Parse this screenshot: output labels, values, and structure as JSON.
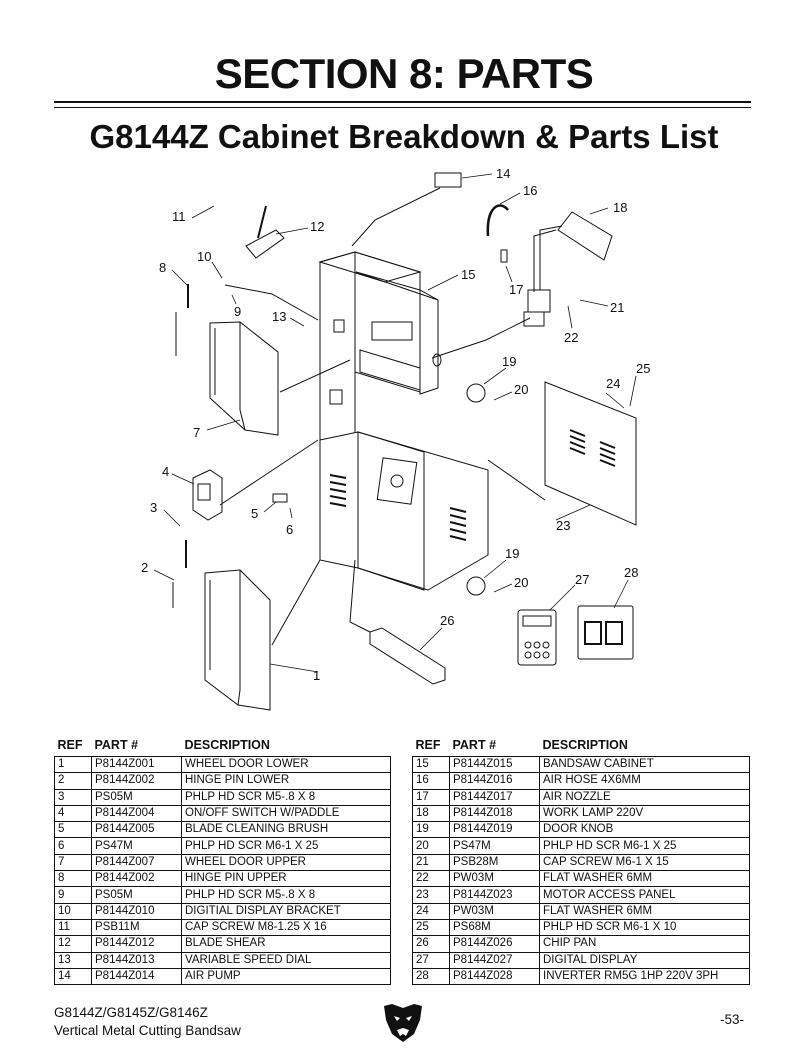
{
  "section_title": "SECTION 8: PARTS",
  "sub_title": "G8144Z Cabinet Breakdown & Parts List",
  "diagram": {
    "callouts": [
      "1",
      "2",
      "3",
      "4",
      "5",
      "6",
      "7",
      "8",
      "9",
      "10",
      "11",
      "12",
      "13",
      "14",
      "15",
      "16",
      "17",
      "18",
      "19",
      "20",
      "21",
      "22",
      "23",
      "24",
      "25",
      "26",
      "27",
      "28",
      "19",
      "20"
    ]
  },
  "table_headers": {
    "ref": "REF",
    "part": "PART #",
    "desc": "DESCRIPTION"
  },
  "parts_left": [
    {
      "ref": "1",
      "part": "P8144Z001",
      "desc": "WHEEL DOOR LOWER"
    },
    {
      "ref": "2",
      "part": "P8144Z002",
      "desc": "HINGE PIN LOWER"
    },
    {
      "ref": "3",
      "part": "PS05M",
      "desc": "PHLP HD SCR M5-.8 X 8"
    },
    {
      "ref": "4",
      "part": "P8144Z004",
      "desc": "ON/OFF SWITCH W/PADDLE"
    },
    {
      "ref": "5",
      "part": "P8144Z005",
      "desc": "BLADE CLEANING BRUSH"
    },
    {
      "ref": "6",
      "part": "PS47M",
      "desc": "PHLP HD SCR M6-1 X 25"
    },
    {
      "ref": "7",
      "part": "P8144Z007",
      "desc": "WHEEL DOOR UPPER"
    },
    {
      "ref": "8",
      "part": "P8144Z002",
      "desc": "HINGE PIN UPPER"
    },
    {
      "ref": "9",
      "part": "PS05M",
      "desc": "PHLP HD SCR M5-.8 X 8"
    },
    {
      "ref": "10",
      "part": "P8144Z010",
      "desc": "DIGITIAL DISPLAY BRACKET"
    },
    {
      "ref": "11",
      "part": "PSB11M",
      "desc": "CAP SCREW M8-1.25 X 16"
    },
    {
      "ref": "12",
      "part": "P8144Z012",
      "desc": "BLADE SHEAR"
    },
    {
      "ref": "13",
      "part": "P8144Z013",
      "desc": "VARIABLE SPEED DIAL"
    },
    {
      "ref": "14",
      "part": "P8144Z014",
      "desc": "AIR PUMP"
    }
  ],
  "parts_right": [
    {
      "ref": "15",
      "part": "P8144Z015",
      "desc": "BANDSAW CABINET"
    },
    {
      "ref": "16",
      "part": "P8144Z016",
      "desc": "AIR HOSE 4X6MM"
    },
    {
      "ref": "17",
      "part": "P8144Z017",
      "desc": "AIR NOZZLE"
    },
    {
      "ref": "18",
      "part": "P8144Z018",
      "desc": "WORK LAMP 220V"
    },
    {
      "ref": "19",
      "part": "P8144Z019",
      "desc": "DOOR KNOB"
    },
    {
      "ref": "20",
      "part": "PS47M",
      "desc": "PHLP HD SCR M6-1 X 25"
    },
    {
      "ref": "21",
      "part": "PSB28M",
      "desc": "CAP SCREW M6-1 X 15"
    },
    {
      "ref": "22",
      "part": "PW03M",
      "desc": "FLAT WASHER 6MM"
    },
    {
      "ref": "23",
      "part": "P8144Z023",
      "desc": "MOTOR ACCESS PANEL"
    },
    {
      "ref": "24",
      "part": "PW03M",
      "desc": "FLAT WASHER 6MM"
    },
    {
      "ref": "25",
      "part": "PS68M",
      "desc": "PHLP HD SCR M6-1 X 10"
    },
    {
      "ref": "26",
      "part": "P8144Z026",
      "desc": "CHIP PAN"
    },
    {
      "ref": "27",
      "part": "P8144Z027",
      "desc": "DIGITAL DISPLAY"
    },
    {
      "ref": "28",
      "part": "P8144Z028",
      "desc": "INVERTER RM5G 1HP 220V 3PH"
    }
  ],
  "footer": {
    "models": "G8144Z/G8145Z/G8146Z",
    "description": "Vertical Metal Cutting Bandsaw",
    "page_number": "-53-"
  },
  "logo_icon": "bear-head-icon"
}
